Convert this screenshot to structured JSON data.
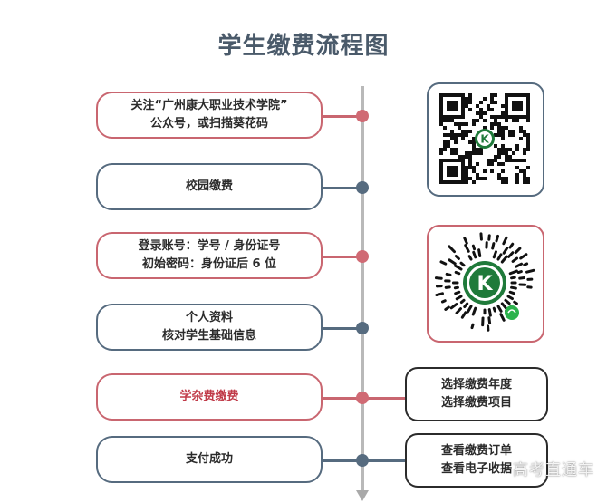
{
  "title": "学生缴费流程图",
  "colors": {
    "red_accent": "#c96670",
    "blue_accent": "#566b7f",
    "highlight_text": "#c03a48",
    "timeline": "#b9b9b9"
  },
  "steps": [
    {
      "line1": "关注“广州康大职业技术学院”",
      "line2": "公众号，或扫描葵花码",
      "color": "red"
    },
    {
      "line1": "校园缴费",
      "line2": "",
      "color": "blue"
    },
    {
      "line1": "登录账号：学号 / 身份证号",
      "line2": "初始密码：身份证后 6 位",
      "color": "red"
    },
    {
      "line1": "个人资料",
      "line2": "核对学生基础信息",
      "color": "blue"
    },
    {
      "line1": "学杂费缴费",
      "line2": "",
      "color": "red"
    },
    {
      "line1": "支付成功",
      "line2": "",
      "color": "blue"
    }
  ],
  "side_notes": [
    {
      "line1": "选择缴费年度",
      "line2": "选择缴费项目",
      "color": "red"
    },
    {
      "line1": "查看缴费订单",
      "line2": "查看电子收据",
      "color": "blue"
    }
  ],
  "cards": {
    "qr_code": {
      "icon": "qr-code-icon",
      "color": "blue"
    },
    "mini_program_code": {
      "icon": "sunflower-code-icon",
      "color": "red"
    }
  },
  "watermark": "高考直通车"
}
